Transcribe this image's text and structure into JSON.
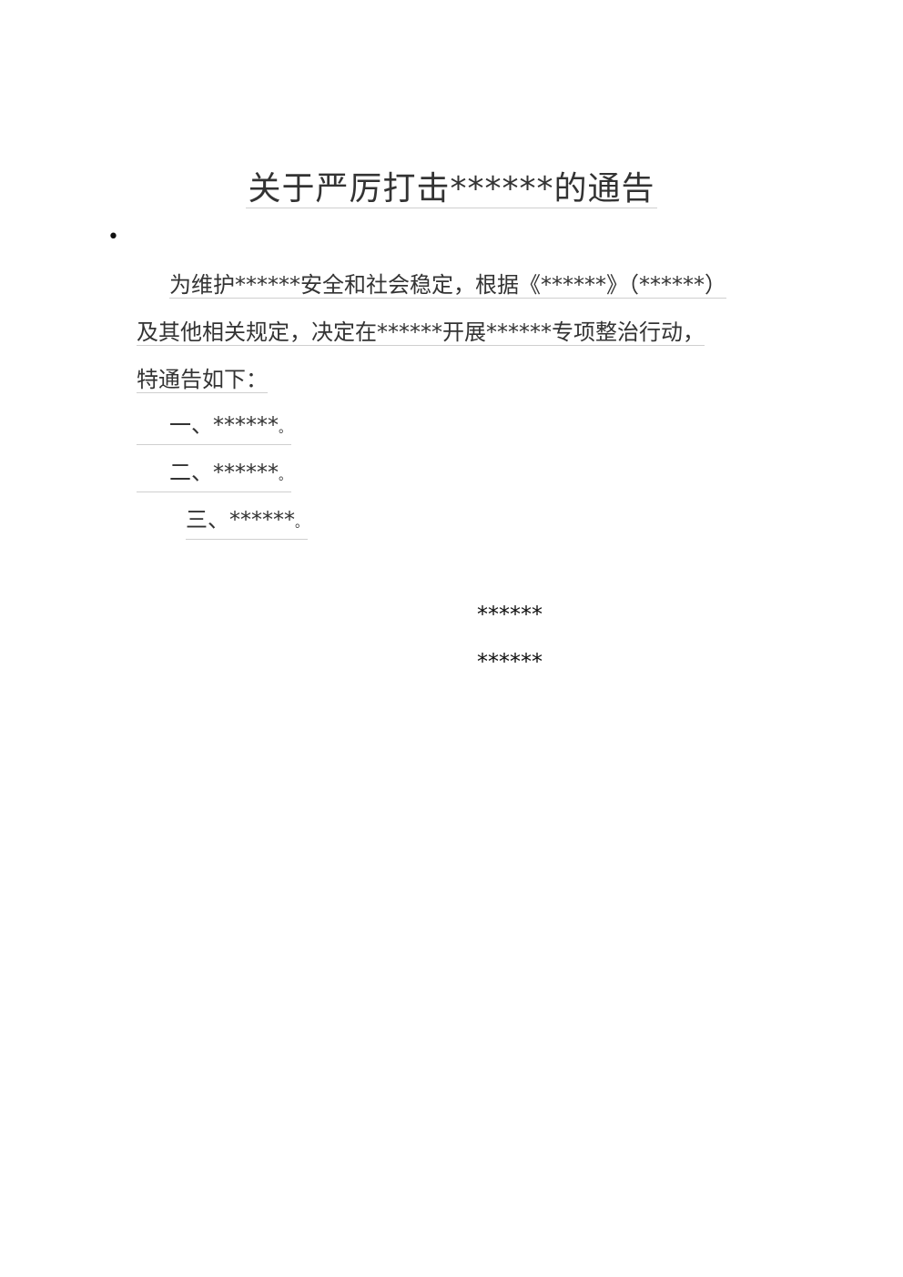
{
  "document": {
    "title": "关于严厉打击******的通告",
    "bullet": "•",
    "paragraph_lines": [
      "为维护******安全和社会稳定，根据《******》（******）",
      "及其他相关规定，决定在******开展******专项整治行动，",
      "特通告如下："
    ],
    "items": [
      {
        "label": "一、",
        "text": "******",
        "end": "。"
      },
      {
        "label": "二、",
        "text": "******",
        "end": "。"
      },
      {
        "label": "三、",
        "text": "******",
        "end": "。"
      }
    ],
    "signature": {
      "issuer": "******",
      "date": "******"
    }
  }
}
